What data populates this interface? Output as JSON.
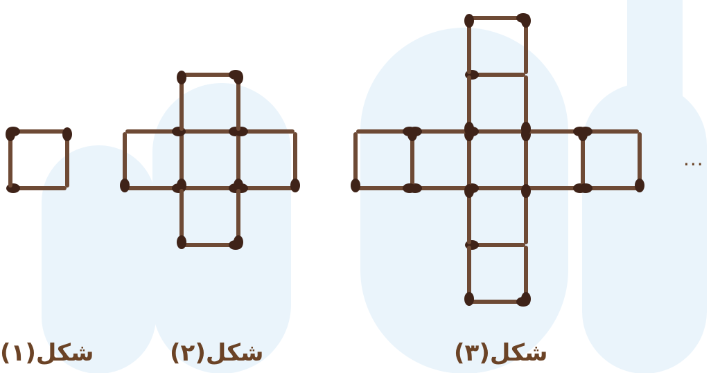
{
  "figures": [
    {
      "label": "شکل(۱)",
      "squares": 1
    },
    {
      "label": "شکل(۲)",
      "squares": 5
    },
    {
      "label": "شکل(۳)",
      "squares": 9
    }
  ],
  "continuation": "...",
  "colors": {
    "matchstick": "#6e4a35",
    "match_head": "#3f2318",
    "caption": "#6b4326",
    "watermark": "#eaf4fb"
  },
  "watermark_description": "logo"
}
